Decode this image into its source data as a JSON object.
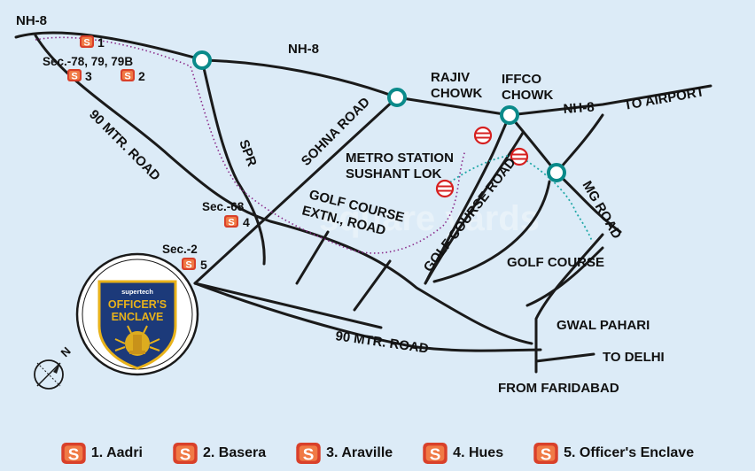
{
  "map": {
    "road_labels": {
      "nh8_top_left": "NH-8",
      "nh8_mid": "NH-8",
      "nh8_right": "NH-8",
      "to_airport": "TO AIRPORT",
      "sohna_road": "SOHNA ROAD",
      "spr": "SPR",
      "mtr_road_upper": "90 MTR. ROAD",
      "mtr_road_lower": "90 MTR. ROAD",
      "golf_course_extn_1": "GOLF COURSE",
      "golf_course_extn_2": "EXTN., ROAD",
      "golf_course_road": "GOLF COURSE ROAD",
      "mg_road": "MG ROAD"
    },
    "place_labels": {
      "rajiv_chowk_1": "RAJIV",
      "rajiv_chowk_2": "CHOWK",
      "iffco_chowk_1": "IFFCO",
      "iffco_chowk_2": "CHOWK",
      "metro_station_1": "METRO STATION",
      "metro_station_2": "SUSHANT LOK",
      "golf_course": "GOLF COURSE",
      "gwal_pahari": "GWAL PAHARI",
      "to_delhi": "TO DELHI",
      "from_faridabad": "FROM FARIDABAD"
    },
    "sector_labels": {
      "sec_78": "Sec.-78, 79, 79B",
      "sec_68": "Sec.-68",
      "sec_2": "Sec.-2"
    },
    "markers": [
      {
        "num": "1"
      },
      {
        "num": "3"
      },
      {
        "num": "2"
      },
      {
        "num": "4"
      },
      {
        "num": "5"
      }
    ],
    "badge": {
      "brand": "supertech",
      "line1": "OFFICER'S",
      "line2": "ENCLAVE"
    },
    "compass_letter": "N",
    "watermark": "square yards"
  },
  "legend": [
    {
      "label": "1. Aadri"
    },
    {
      "label": "2. Basera"
    },
    {
      "label": "3. Araville"
    },
    {
      "label": "4. Hues"
    },
    {
      "label": "5. Officer's Enclave"
    }
  ],
  "colors": {
    "background": "#dcebf7",
    "road": "#1a1a1a",
    "junction": "#0a8a8a",
    "metro_line": "#22a8a8",
    "spr_path": "#8a2a8a",
    "metro_icon": "#d62020",
    "marker": "#d9402a",
    "badge_blue": "#1c3a7a",
    "badge_gold": "#e8b21a"
  }
}
